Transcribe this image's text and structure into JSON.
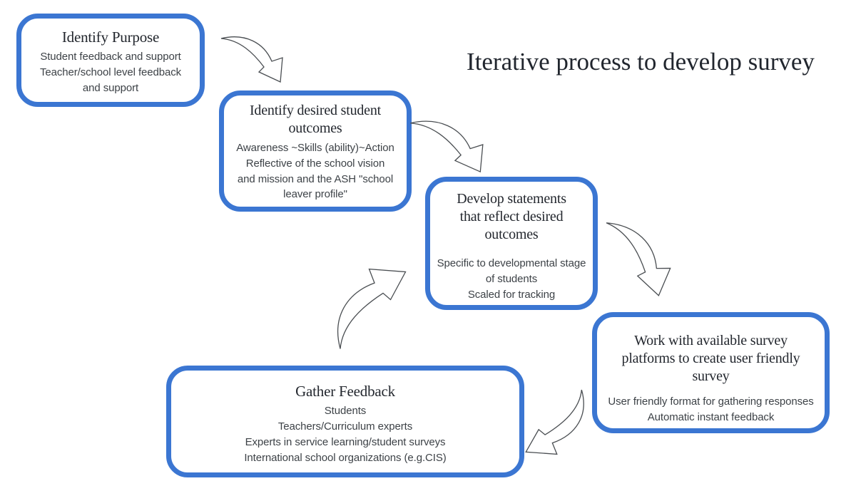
{
  "diagram_title": "Iterative process to develop survey",
  "colors": {
    "background": "#ffffff",
    "box_border": "#3b76d2",
    "heading_text": "#23272e",
    "body_text": "#3d4247",
    "arrow_outline": "#4a4e52"
  },
  "boxes": [
    {
      "id": "identify-purpose",
      "title_lines": [
        "Identify Purpose"
      ],
      "body_lines": [
        "Student feedback and support",
        "Teacher/school level feedback",
        "and support"
      ]
    },
    {
      "id": "identify-outcomes",
      "title_lines": [
        "Identify desired student",
        "outcomes"
      ],
      "body_lines": [
        "Awareness ~Skills (ability)~Action",
        "Reflective of the school vision",
        "and mission and the ASH \"school",
        "leaver profile\""
      ]
    },
    {
      "id": "develop-statements",
      "title_lines": [
        "Develop statements",
        "that reflect desired",
        "outcomes"
      ],
      "body_lines": [
        "Specific to developmental stage",
        "of students",
        "Scaled for tracking"
      ]
    },
    {
      "id": "survey-platforms",
      "title_lines": [
        "Work with available survey",
        "platforms to create user friendly",
        "survey"
      ],
      "body_lines": [
        "User friendly format for gathering responses",
        "Automatic instant feedback"
      ]
    },
    {
      "id": "gather-feedback",
      "title_lines": [
        "Gather Feedback"
      ],
      "body_lines": [
        "Students",
        "Teachers/Curriculum experts",
        "Experts in service learning/student surveys",
        "International school organizations (e.g.CIS)"
      ]
    }
  ],
  "arrows": [
    {
      "from": "identify-purpose",
      "to": "identify-outcomes"
    },
    {
      "from": "identify-outcomes",
      "to": "develop-statements"
    },
    {
      "from": "develop-statements",
      "to": "survey-platforms"
    },
    {
      "from": "survey-platforms",
      "to": "gather-feedback"
    },
    {
      "from": "gather-feedback",
      "to": "develop-statements"
    }
  ]
}
